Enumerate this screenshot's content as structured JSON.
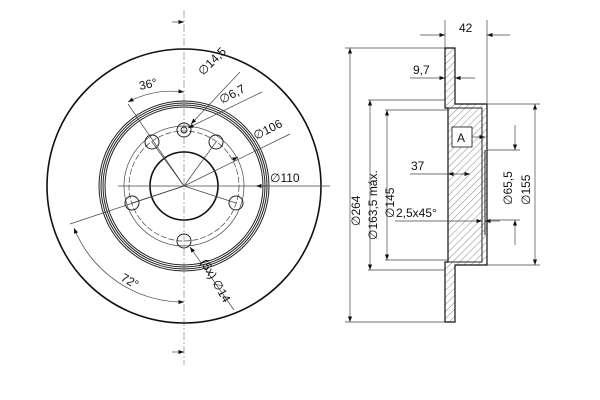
{
  "front_view": {
    "angle_top": "36°",
    "angle_bottom": "72°",
    "hole_counterbore": "∅14,5",
    "hole_small": "∅6,7",
    "bolt_circle": "∅106",
    "hub_ring": "∅110",
    "bolt_holes": "(5x) ∅14"
  },
  "side_view": {
    "total_height": "42",
    "thickness": "9,7",
    "datum": "A",
    "depth": "37",
    "chamfer": "2,5x45°",
    "outer_diameter": "∅264",
    "max_diameter": "∅163,5 máx.",
    "hat_inner": "∅145",
    "center_bore": "∅65,5",
    "hat_outer": "∅155"
  }
}
